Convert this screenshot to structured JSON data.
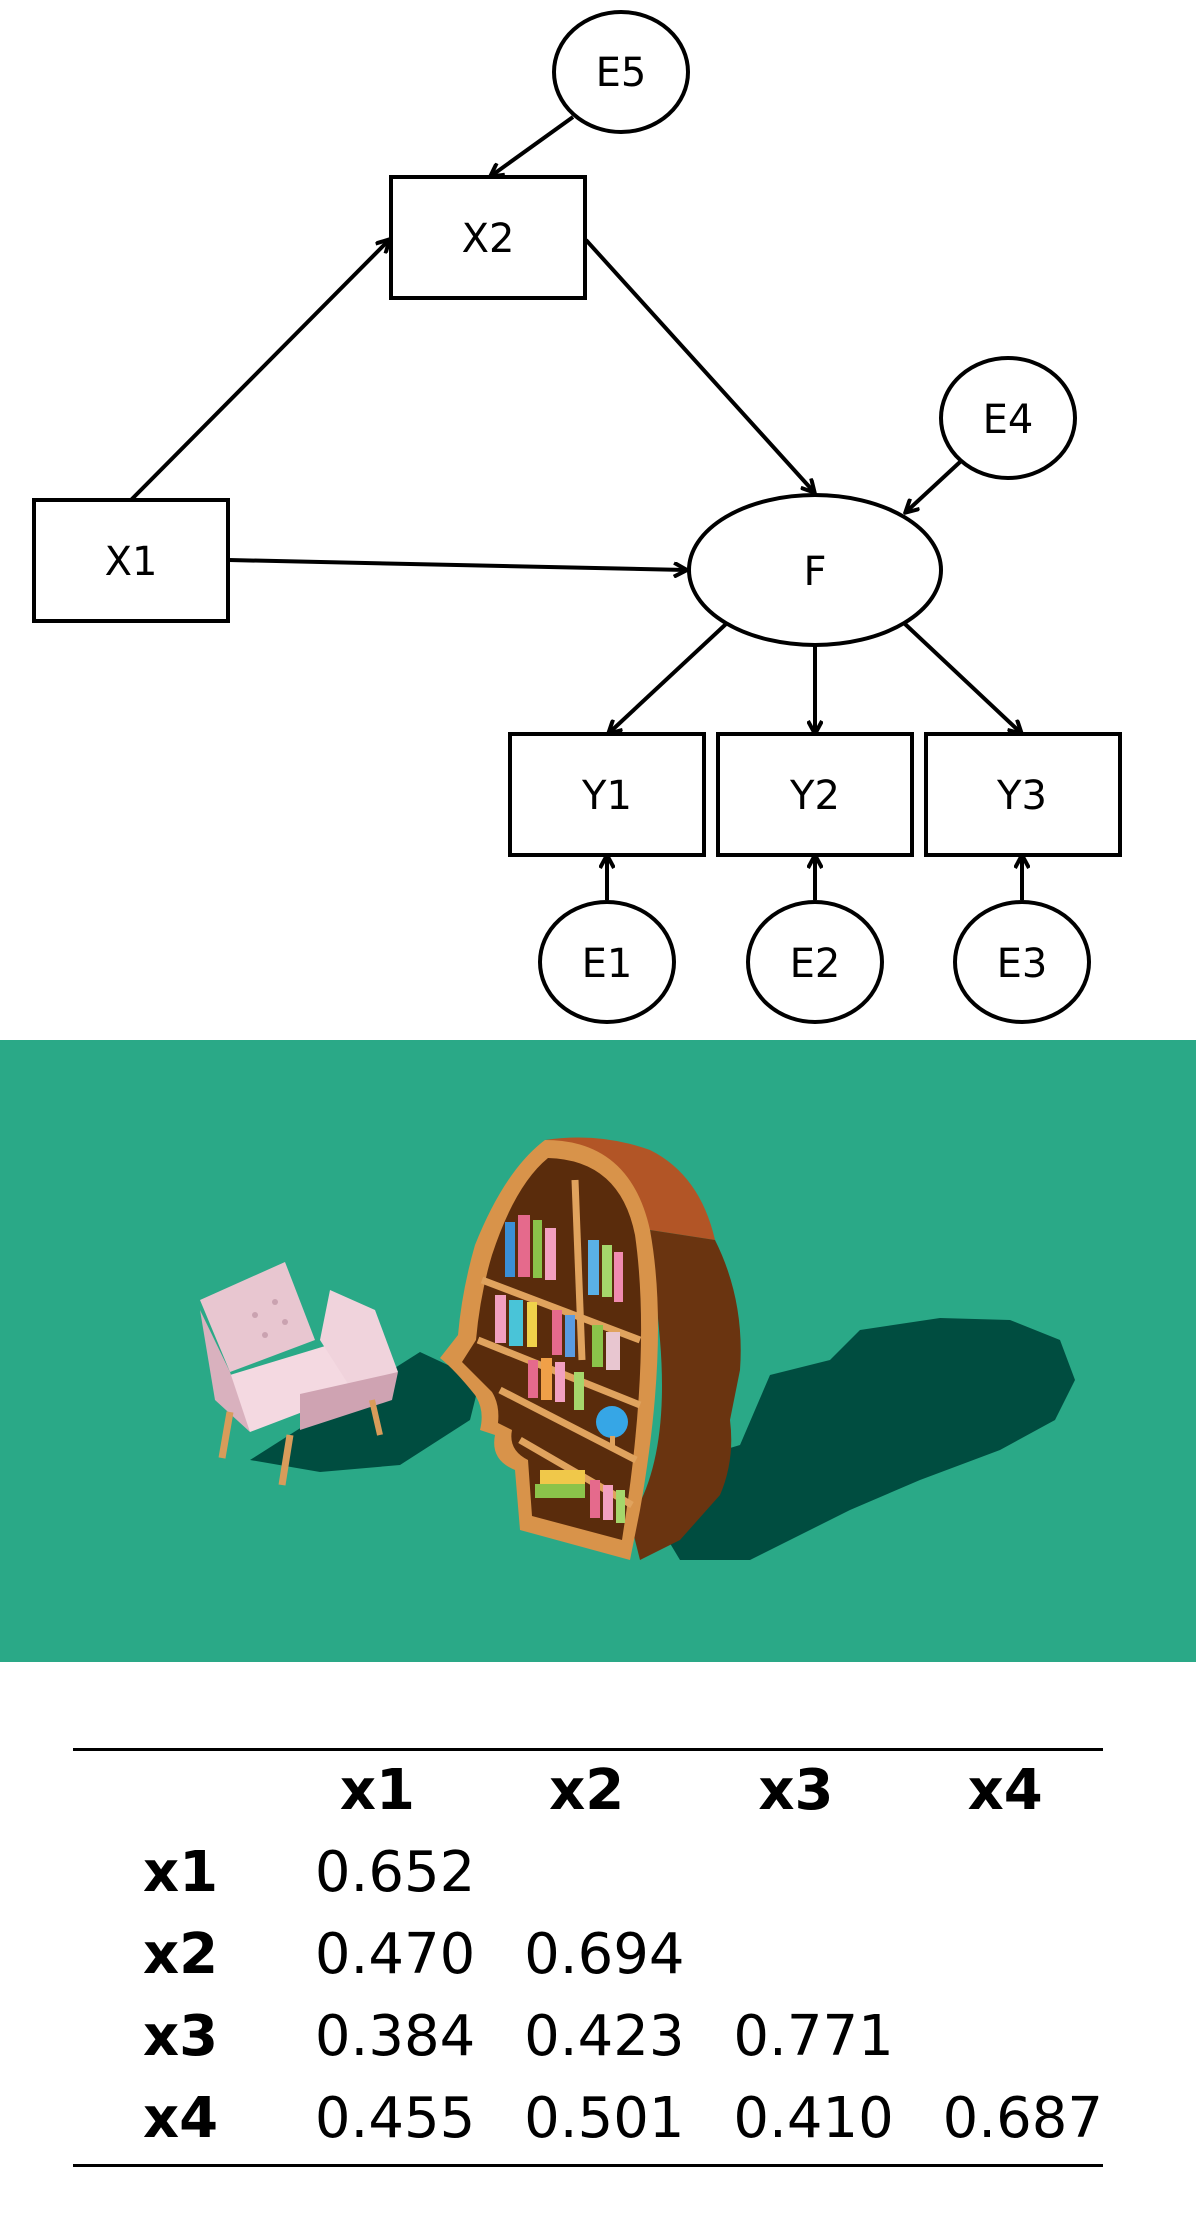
{
  "diagram": {
    "nodes": {
      "E5": "E5",
      "X2": "X2",
      "E4": "E4",
      "X1": "X1",
      "F": "F",
      "Y1": "Y1",
      "Y2": "Y2",
      "Y3": "Y3",
      "E1": "E1",
      "E2": "E2",
      "E3": "E3"
    }
  },
  "colors": {
    "background_teal": "#2aa987",
    "shadow": "#004d40",
    "shelf_wood": "#7a3d10",
    "chair": "#f0d3dc"
  },
  "table": {
    "headers": [
      "",
      "x1",
      "x2",
      "x3",
      "x4"
    ],
    "rows": [
      {
        "label": "x1",
        "cells": [
          "0.652",
          "",
          "",
          ""
        ]
      },
      {
        "label": "x2",
        "cells": [
          "0.470",
          "0.694",
          "",
          ""
        ]
      },
      {
        "label": "x3",
        "cells": [
          "0.384",
          "0.423",
          "0.771",
          ""
        ]
      },
      {
        "label": "x4",
        "cells": [
          "0.455",
          "0.501",
          "0.410",
          "0.687"
        ]
      }
    ]
  }
}
